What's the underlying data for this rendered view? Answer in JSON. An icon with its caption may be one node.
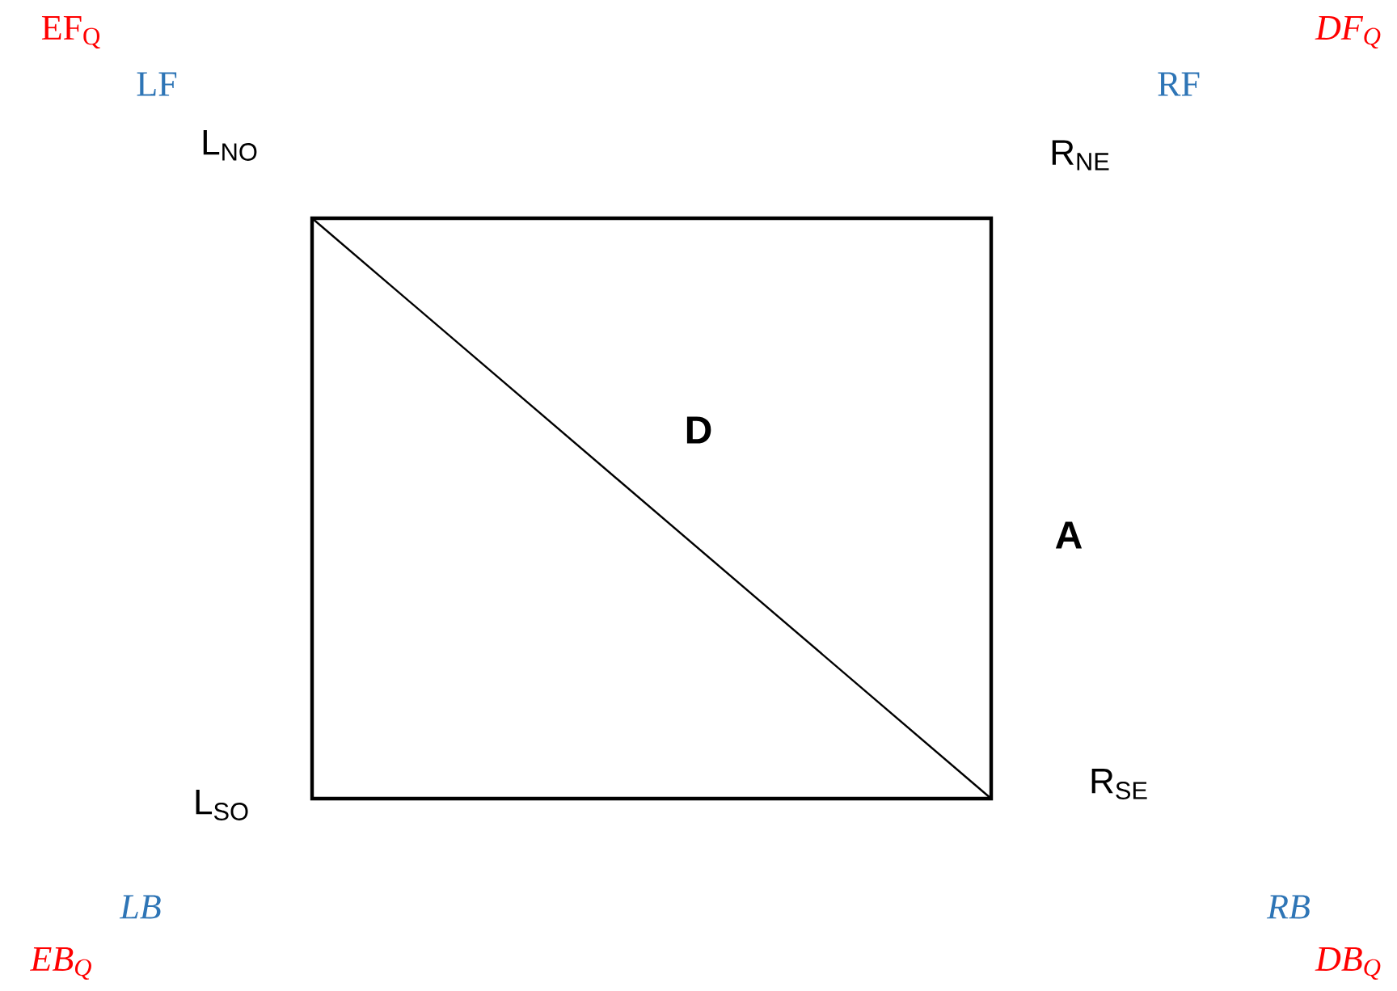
{
  "diagram": {
    "labels": [
      "EF$_{Q}$",
      "LF",
      "L$_{NO}$",
      "R$_{NE}$",
      "RF",
      "DF$_{Q}$",
      "D",
      "A",
      "L$_{SO}$",
      "R$_{SE}$",
      "LB",
      "RB",
      "EB$_{Q}$",
      "DB$_{Q}$"
    ]
  }
}
